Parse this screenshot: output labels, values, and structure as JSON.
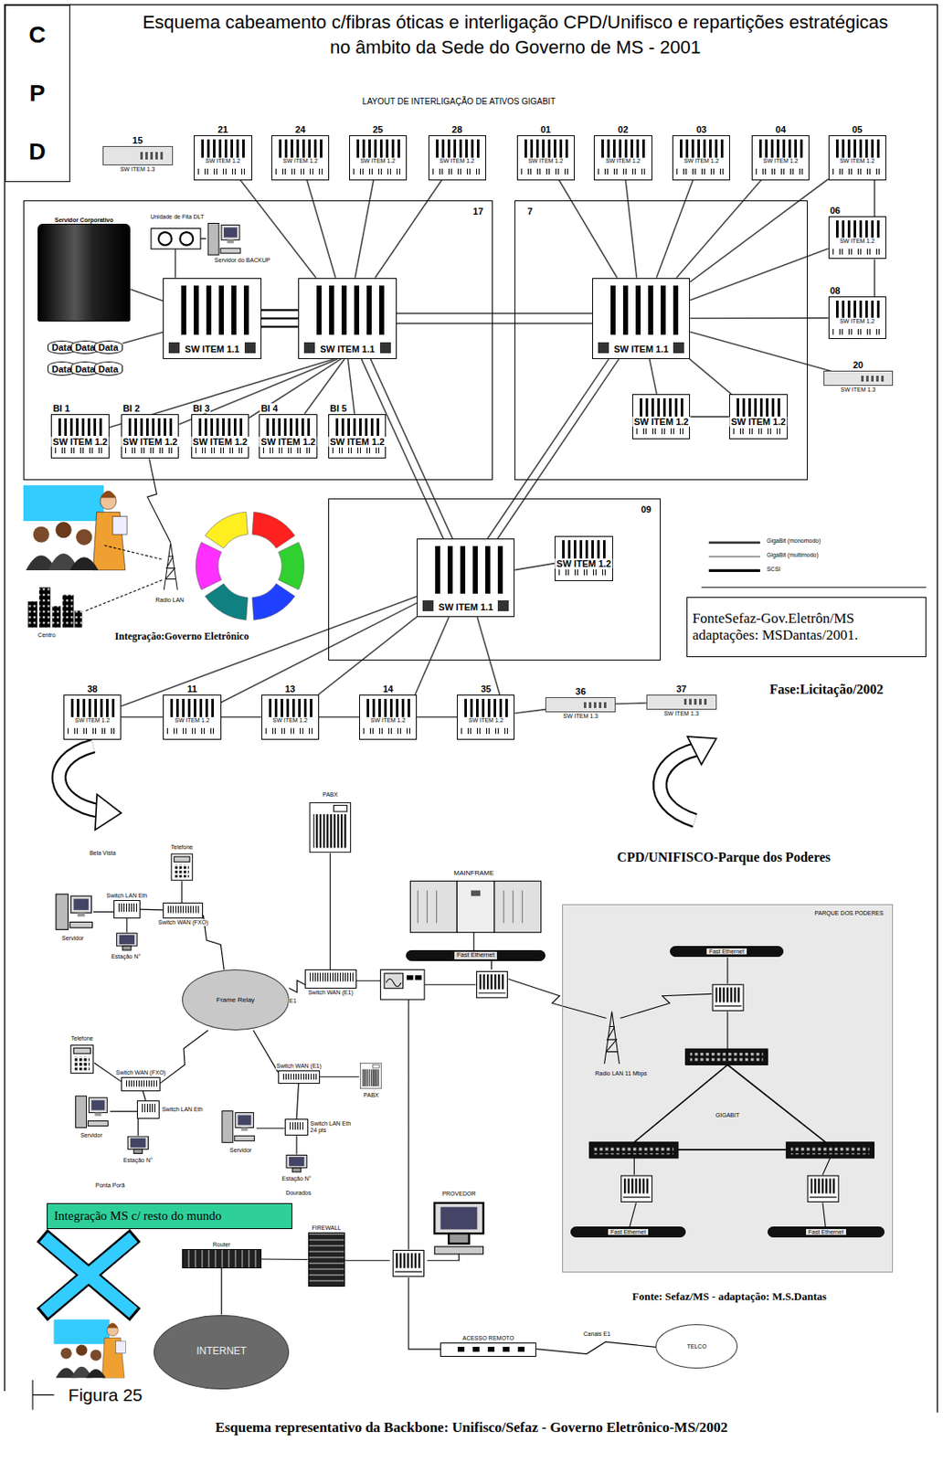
{
  "diagram": {
    "title": "Esquema cabeamento c/fibras óticas e interligação CPD/Unifisco e repartições estratégicas no âmbito da Sede do Governo de MS - 2001",
    "caption": "Esquema representativo da Backbone: Unifisco/Sefaz - Governo Eletrônico-MS/2002",
    "nodes": [
      {
        "text": [
          "C",
          "P",
          "D"
        ]
      },
      {
        "text": [
          "15",
          "SW ITEM 1.3"
        ]
      },
      {
        "text": [
          "21",
          "SW ITEM 1.2"
        ]
      },
      {
        "text": [
          "24",
          "SW ITEM 1.2"
        ]
      },
      {
        "text": [
          "25",
          "SW ITEM 1.2"
        ]
      },
      {
        "text": [
          "28",
          "SW ITEM 1.2"
        ]
      },
      {
        "text": [
          "01",
          "SW ITEM 1.2"
        ]
      },
      {
        "text": [
          "02",
          "SW ITEM 1.2"
        ]
      },
      {
        "text": [
          "03",
          "SW ITEM 1.2"
        ]
      },
      {
        "text": [
          "04",
          "SW ITEM 1.2"
        ]
      },
      {
        "text": [
          "05",
          "SW ITEM 1.2"
        ]
      },
      {
        "text": [
          "06",
          "SW ITEM 1.2"
        ]
      },
      {
        "text": [
          "08",
          "SW ITEM 1.2"
        ]
      },
      {
        "text": [
          "20",
          "SW ITEM 1.3"
        ]
      },
      {
        "text": [
          "17"
        ]
      },
      {
        "text": [
          "Servidor Corporativo"
        ],
        "in": 14
      },
      {
        "text": [
          "Data"
        ],
        "in": 14
      },
      {
        "text": [
          "Data"
        ],
        "in": 14
      },
      {
        "text": [
          "Data"
        ],
        "in": 14
      },
      {
        "text": [
          "Data"
        ],
        "in": 14
      },
      {
        "text": [
          "Data"
        ],
        "in": 14
      },
      {
        "text": [
          "Data"
        ],
        "in": 14
      },
      {
        "text": [
          "SW ITEM 1.1"
        ],
        "in": 14
      },
      {
        "text": [
          "SW ITEM 1.1"
        ],
        "in": 14
      },
      {
        "text": [
          "BI 1",
          "SW ITEM 1.2"
        ],
        "in": 14
      },
      {
        "text": [
          "BI 2",
          "SW ITEM 1.2"
        ],
        "in": 14
      },
      {
        "text": [
          "BI 3",
          "SW ITEM 1.2"
        ],
        "in": 14
      },
      {
        "text": [
          "BI 4",
          "SW ITEM 1.2"
        ],
        "in": 14
      },
      {
        "text": [
          "BI 5",
          "SW ITEM 1.2"
        ],
        "in": 14
      },
      {
        "text": [
          "7"
        ]
      },
      {
        "text": [
          "SW ITEM 1.1"
        ],
        "in": 29
      },
      {
        "text": [
          "SW ITEM 1.2"
        ],
        "in": 29
      },
      {
        "text": [
          "SW ITEM 1.2"
        ],
        "in": 29
      },
      {
        "text": [
          "09"
        ]
      },
      {
        "text": [
          "SW ITEM 1.1"
        ],
        "in": 33
      },
      {
        "text": [
          "SW ITEM 1.2"
        ],
        "in": 33
      },
      {
        "text": [
          "FonteSefaz-Gov.Eletrôn/MS adaptações: MSDantas/2001."
        ]
      },
      {
        "text": [
          "38",
          "SW ITEM 1.2"
        ]
      },
      {
        "text": [
          "11",
          "SW ITEM 1.2"
        ]
      },
      {
        "text": [
          "13",
          "SW ITEM 1.2"
        ]
      },
      {
        "text": [
          "14",
          "SW ITEM 1.2"
        ]
      },
      {
        "text": [
          "35",
          "SW ITEM 1.2"
        ]
      },
      {
        "text": [
          "36",
          "SW ITEM 1.3"
        ]
      },
      {
        "text": [
          "37",
          "SW ITEM 1.3"
        ]
      },
      {
        "text": [
          "Switch LAN Eth"
        ]
      },
      {
        "text": [
          "Switch WAN (FXO)"
        ]
      },
      {
        "text": [
          "Switch WAN (E1)"
        ]
      },
      {
        "text": [
          "Fast Ethernet"
        ]
      },
      {
        "text": [
          "PARQUE DOS PODERES"
        ]
      },
      {
        "text": [
          "Fast Ethernet"
        ],
        "in": 48
      },
      {
        "text": [
          "Frame Relay"
        ]
      },
      {
        "text": [
          "Switch WAN (FXO)"
        ]
      },
      {
        "text": [
          "Switch LAN Eth"
        ]
      },
      {
        "text": [
          "Switch WAN (E1)"
        ]
      },
      {
        "text": [
          "Switch LAN Eth 24 pts"
        ]
      },
      {
        "text": [
          "Fast Ethernet"
        ],
        "in": 48
      },
      {
        "text": [
          "Fast Ethernet"
        ],
        "in": 48
      },
      {
        "text": [
          "Integração MS c/ resto do mundo"
        ]
      },
      {
        "text": [
          "Router"
        ]
      },
      {
        "text": [
          "FIREWALL"
        ]
      },
      {
        "text": [
          "INTERNET"
        ]
      },
      {
        "text": [
          "ACESSO REMOTO"
        ]
      },
      {
        "text": [
          "TELCO"
        ]
      }
    ],
    "edges": [
      {
        "from": 2,
        "to": 23,
        "arrow": "none"
      },
      {
        "from": 3,
        "to": 23,
        "arrow": "none"
      },
      {
        "from": 4,
        "to": 23,
        "arrow": "none"
      },
      {
        "from": 5,
        "to": 23,
        "arrow": "none"
      },
      {
        "from": 6,
        "to": 30,
        "arrow": "none"
      },
      {
        "from": 7,
        "to": 30,
        "arrow": "none"
      },
      {
        "from": 8,
        "to": 30,
        "arrow": "none"
      },
      {
        "from": 9,
        "to": 30,
        "arrow": "none"
      },
      {
        "from": 10,
        "to": 30,
        "arrow": "none"
      },
      {
        "from": 10,
        "to": 11,
        "arrow": "none"
      },
      {
        "from": 11,
        "to": 12,
        "arrow": "none"
      },
      {
        "from": 30,
        "to": 11,
        "arrow": "none"
      },
      {
        "from": 30,
        "to": 12,
        "arrow": "none"
      },
      {
        "from": 30,
        "to": 13,
        "arrow": "none"
      },
      {
        "from": 30,
        "to": 31,
        "arrow": "none"
      },
      {
        "from": 30,
        "to": 32,
        "arrow": "none"
      },
      {
        "from": 31,
        "to": 32,
        "arrow": "none"
      },
      {
        "from": 15,
        "to": 22,
        "arrow": "none"
      },
      {
        "from": 18,
        "to": 22,
        "arrow": "none"
      },
      {
        "from": 22,
        "to": 23,
        "arrow": "none"
      },
      {
        "from": 22,
        "to": 23,
        "arrow": "none"
      },
      {
        "from": 22,
        "to": 23,
        "arrow": "none"
      },
      {
        "from": 23,
        "to": 24,
        "arrow": "none"
      },
      {
        "from": 23,
        "to": 25,
        "arrow": "none"
      },
      {
        "from": 23,
        "to": 26,
        "arrow": "none"
      },
      {
        "from": 23,
        "to": 27,
        "arrow": "none"
      },
      {
        "from": 23,
        "to": 28,
        "arrow": "none"
      },
      {
        "from": 23,
        "to": 30,
        "arrow": "none"
      },
      {
        "from": 23,
        "to": 30,
        "arrow": "none"
      },
      {
        "from": 23,
        "to": 34,
        "arrow": "none"
      },
      {
        "from": 23,
        "to": 34,
        "arrow": "none"
      },
      {
        "from": 30,
        "to": 34,
        "arrow": "none"
      },
      {
        "from": 30,
        "to": 34,
        "arrow": "none"
      },
      {
        "from": 34,
        "to": 35,
        "arrow": "none"
      },
      {
        "from": 34,
        "to": 37,
        "arrow": "none"
      },
      {
        "from": 34,
        "to": 38,
        "arrow": "none"
      },
      {
        "from": 34,
        "to": 39,
        "arrow": "none"
      },
      {
        "from": 34,
        "to": 40,
        "arrow": "none"
      },
      {
        "from": 34,
        "to": 41,
        "arrow": "none"
      },
      {
        "from": 37,
        "to": 38,
        "arrow": "none"
      },
      {
        "from": 38,
        "to": 39,
        "arrow": "none"
      },
      {
        "from": 39,
        "to": 40,
        "arrow": "none"
      },
      {
        "from": 40,
        "to": 41,
        "arrow": "none"
      },
      {
        "from": 41,
        "to": 42,
        "arrow": "none"
      },
      {
        "from": 42,
        "to": 43,
        "arrow": "none"
      },
      {
        "from": 45,
        "to": 50,
        "arrow": "none"
      },
      {
        "from": 44,
        "to": 45,
        "arrow": "none"
      },
      {
        "from": 51,
        "to": 50,
        "arrow": "none"
      },
      {
        "from": 51,
        "to": 52,
        "arrow": "none"
      },
      {
        "from": 53,
        "to": 50,
        "arrow": "none"
      },
      {
        "from": 53,
        "to": 54,
        "arrow": "none"
      },
      {
        "from": 50,
        "to": 46,
        "label": "E1",
        "arrow": "none"
      },
      {
        "from": 58,
        "to": 59,
        "arrow": "none"
      },
      {
        "from": 58,
        "to": 60,
        "arrow": "none"
      },
      {
        "from": 61,
        "to": 62,
        "label": "Canais E1",
        "arrow": "none"
      }
    ],
    "labels": [
      "LAYOUT DE INTERLIGAÇÃO DE ATIVOS GIGABIT",
      "Unidade de Fita DLT",
      "Servidor do BACKUP",
      "Integração:Governo Eletrônico",
      "Radio LAN",
      "Centro",
      "Fase:Licitação/2002",
      "CPD/UNIFISCO-Parque dos Poderes",
      "Bela Vista",
      "Telefone",
      "Servidor",
      "Estação N°",
      "PABX",
      "MAINFRAME",
      "Telefone",
      "Servidor",
      "Estação N°",
      "Ponta Porã",
      "PABX",
      "Servidor",
      "Estação N°",
      "Dourados",
      "Radio LAN 11 Mbps",
      "GIGABIT",
      "Fonte: Sefaz/MS - adaptação: M.S.Dantas",
      "PROVEDOR",
      "Figura 25"
    ],
    "legend": [
      {
        "text": "GigaBit (monomodo)"
      },
      {
        "text": "GigaBit (multimodo)"
      },
      {
        "text": "SCSI"
      }
    ]
  }
}
